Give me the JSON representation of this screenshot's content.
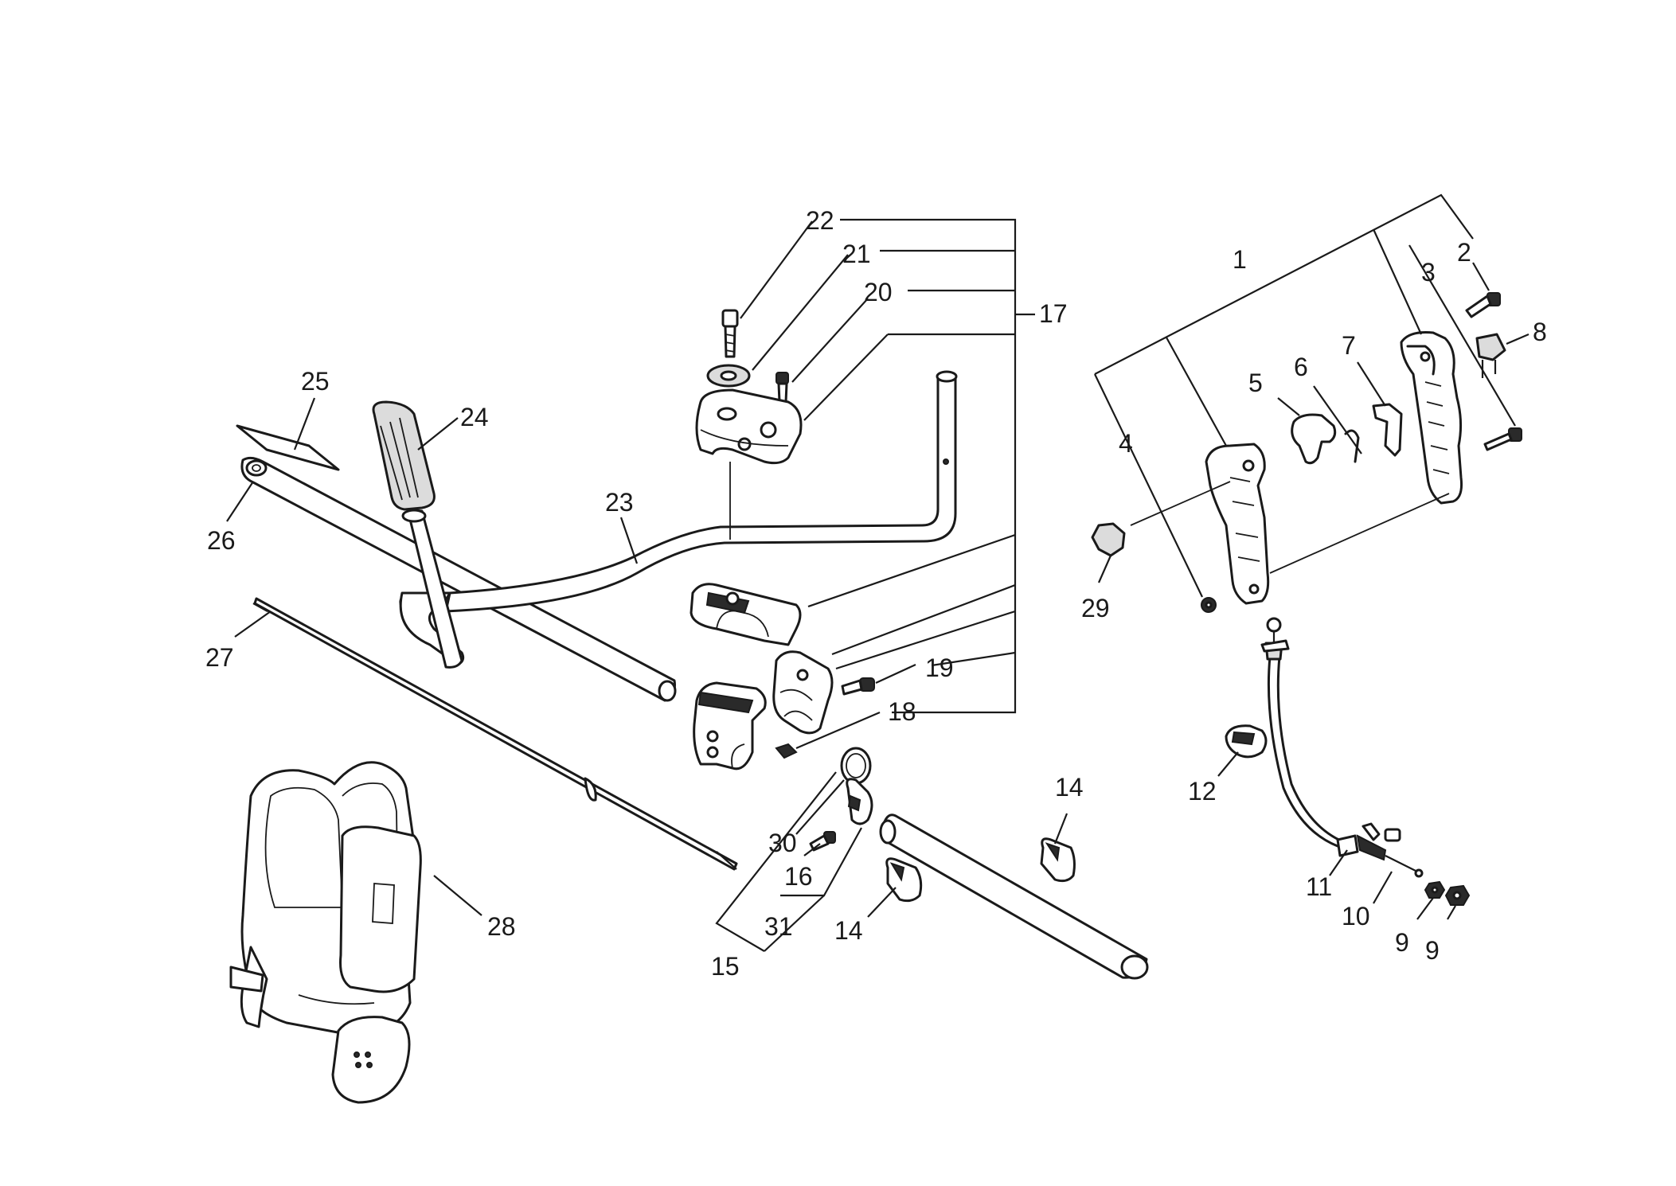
{
  "diagram": {
    "colors": {
      "line": "#1a1a1a",
      "background": "#ffffff"
    },
    "callouts": {
      "c1": "1",
      "c2": "2",
      "c3": "3",
      "c4": "4",
      "c5": "5",
      "c6": "6",
      "c7": "7",
      "c8": "8",
      "c9a": "9",
      "c9b": "9",
      "c10": "10",
      "c11": "11",
      "c12": "12",
      "c14a": "14",
      "c14b": "14",
      "c15": "15",
      "c16": "16",
      "c17": "17",
      "c18": "18",
      "c19": "19",
      "c20": "20",
      "c21": "21",
      "c22": "22",
      "c23": "23",
      "c24": "24",
      "c25": "25",
      "c26": "26",
      "c27": "27",
      "c28": "28",
      "c29": "29",
      "c30": "30",
      "c31": "31"
    }
  }
}
